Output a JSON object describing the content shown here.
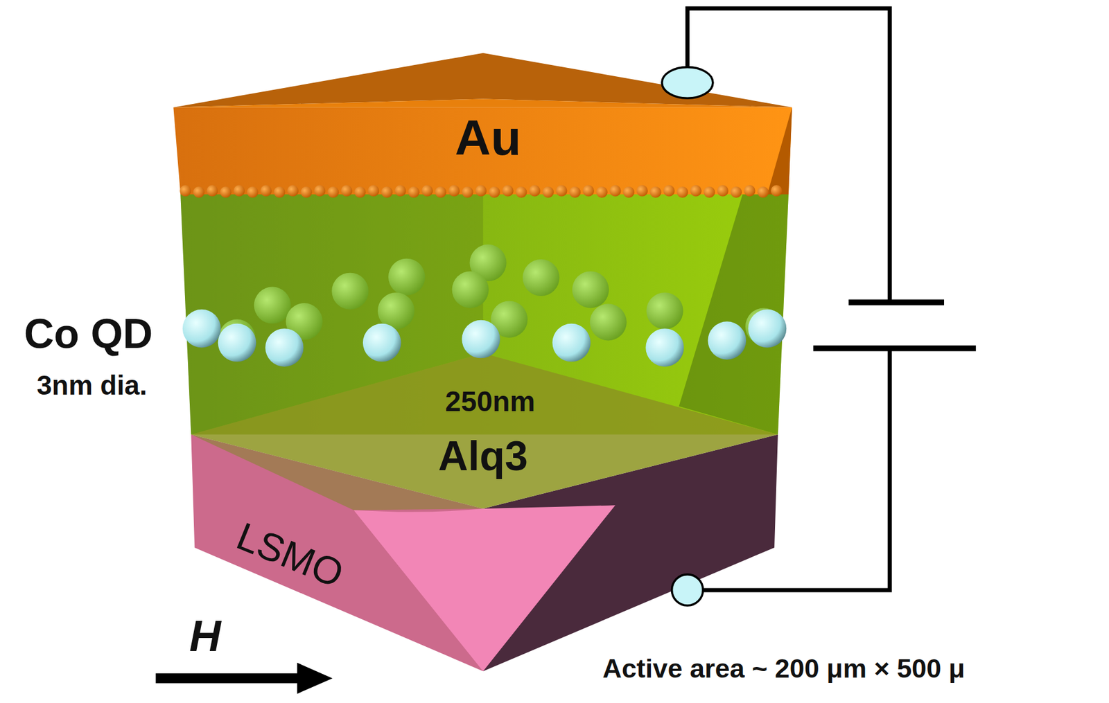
{
  "diagram": {
    "nodes": [
      {
        "text": [
          "Au"
        ]
      },
      {
        "text": [
          "250nm",
          "Alq3"
        ]
      },
      {
        "text": [
          "LSMO"
        ]
      }
    ],
    "edges": [
      {
        "from": 0,
        "to": 2,
        "arrow": "none"
      }
    ],
    "labels": [
      "Co QD",
      "3nm dia.",
      "H",
      "Active area ~ 200 μm × 500 μ"
    ]
  }
}
